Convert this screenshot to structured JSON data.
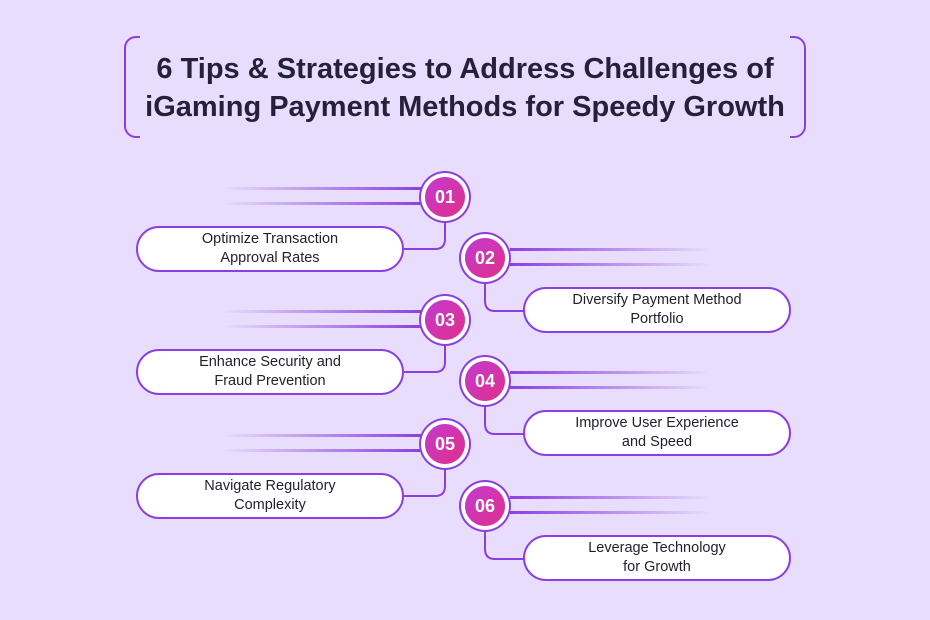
{
  "title": {
    "line1": "6 Tips & Strategies to Address Challenges of",
    "line2": "iGaming Payment Methods for Speedy Growth"
  },
  "colors": {
    "background": "#e8ddfc",
    "accent": "#8b3fe0",
    "badge_gradient_start": "#c33ad0",
    "badge_gradient_end": "#e0308a"
  },
  "tips": [
    {
      "number": "01",
      "line1": "Optimize Transaction",
      "line2": "Approval Rates"
    },
    {
      "number": "02",
      "line1": "Diversify Payment Method",
      "line2": "Portfolio"
    },
    {
      "number": "03",
      "line1": "Enhance Security and",
      "line2": "Fraud Prevention"
    },
    {
      "number": "04",
      "line1": "Improve User Experience",
      "line2": "and Speed"
    },
    {
      "number": "05",
      "line1": "Navigate Regulatory",
      "line2": "Complexity"
    },
    {
      "number": "06",
      "line1": "Leverage Technology",
      "line2": "for Growth"
    }
  ]
}
